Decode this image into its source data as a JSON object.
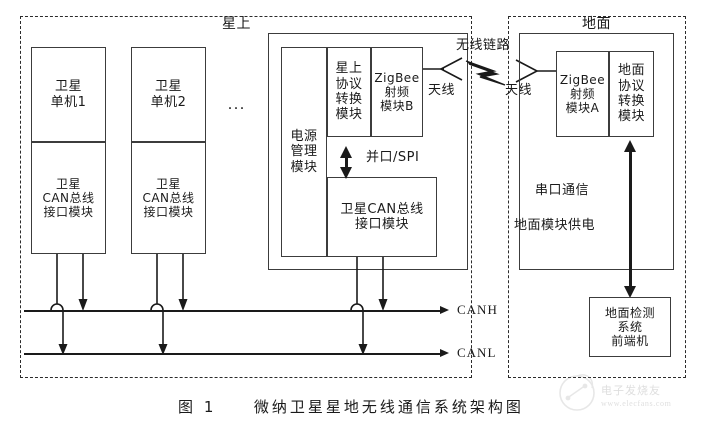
{
  "figure": {
    "caption_number": "图 1",
    "caption_title": "微纳卫星星地无线通信系统架构图"
  },
  "regions": {
    "satellite": {
      "label": "星上"
    },
    "ground": {
      "label": "地面"
    }
  },
  "satellite_units": [
    {
      "top_label": "卫星\n单机1",
      "bottom_label": "卫星\nCAN总线\n接口模块"
    },
    {
      "top_label": "卫星\n单机2",
      "bottom_label": "卫星\nCAN总线\n接口模块"
    }
  ],
  "ellipsis": "...",
  "satellite_modules": {
    "power": "电源\n管理\n模块",
    "protocol_converter": "星上\n协议\n转换\n模块",
    "rf_module": "ZigBee\n射频\n模块B",
    "can_interface": "卫星CAN总线\n接口模块",
    "interface_bus_label": "并口/SPI",
    "antenna_label": "天线"
  },
  "wireless": {
    "link_label": "无线链路",
    "antenna_label_left": "天线",
    "antenna_label_right": "天线"
  },
  "ground_modules": {
    "rf_module": "ZigBee\n射频\n模块A",
    "protocol_converter": "地面\n协议\n转换\n模块",
    "serial_label": "串口通信",
    "power_label": "地面模块供电",
    "front_end": "地面检测\n系统\n前端机"
  },
  "can_bus": {
    "high_label": "CANH",
    "low_label": "CANL"
  },
  "watermark": {
    "text": "电子发烧友",
    "url": "www.elecfans.com"
  },
  "colors": {
    "stroke": "#3c3c3c",
    "line": "#1a1a1a",
    "background": "#ffffff"
  }
}
